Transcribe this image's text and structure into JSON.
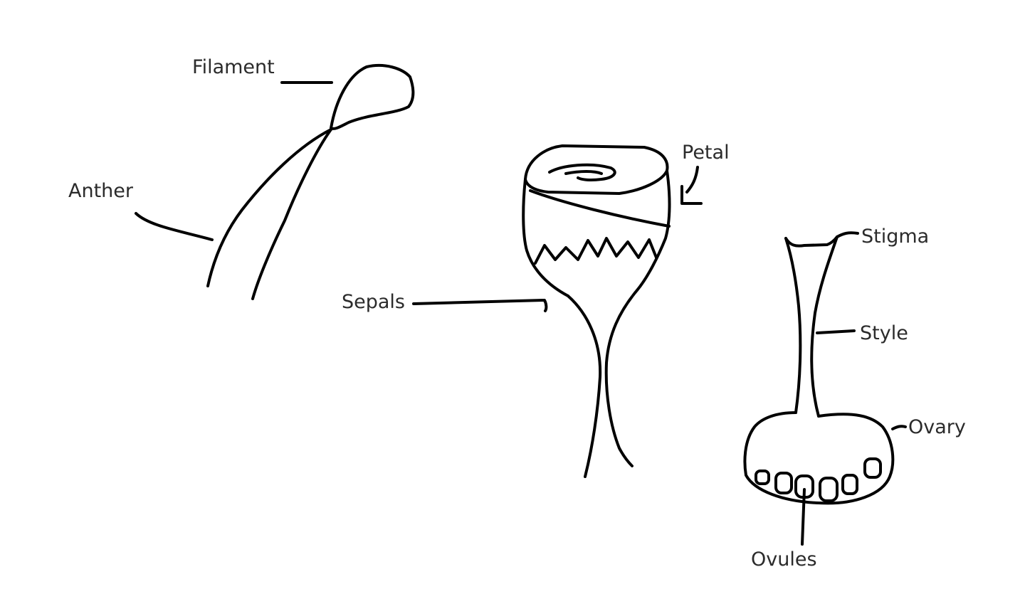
{
  "labels": {
    "filament": "Filament",
    "anther": "Anther",
    "petal": "Petal",
    "sepals": "Sepals",
    "stigma": "Stigma",
    "style": "Style",
    "ovary": "Ovary",
    "ovules": "Ovules"
  },
  "colors": {
    "ink": "#000000",
    "text": "#2b2b2b",
    "background": "#ffffff"
  }
}
